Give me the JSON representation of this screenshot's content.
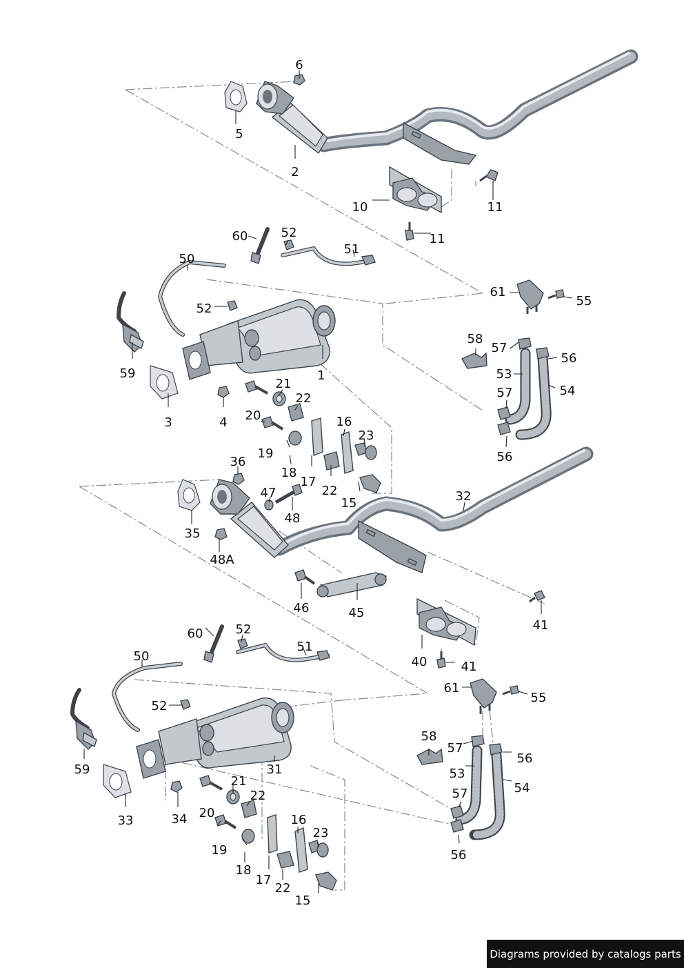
{
  "labels": [
    {
      "id": "l6",
      "text": "6"
    },
    {
      "id": "l5",
      "text": "5"
    },
    {
      "id": "l2",
      "text": "2"
    },
    {
      "id": "l10",
      "text": "10"
    },
    {
      "id": "l11a",
      "text": "11"
    },
    {
      "id": "l11b",
      "text": "11"
    },
    {
      "id": "l60",
      "text": "60"
    },
    {
      "id": "l52a",
      "text": "52"
    },
    {
      "id": "l51",
      "text": "51"
    },
    {
      "id": "l50",
      "text": "50"
    },
    {
      "id": "l52b",
      "text": "52"
    },
    {
      "id": "l59",
      "text": "59"
    },
    {
      "id": "l1",
      "text": "1"
    },
    {
      "id": "l3",
      "text": "3"
    },
    {
      "id": "l4",
      "text": "4"
    },
    {
      "id": "l21",
      "text": "21"
    },
    {
      "id": "l22a",
      "text": "22"
    },
    {
      "id": "l20",
      "text": "20"
    },
    {
      "id": "l16",
      "text": "16"
    },
    {
      "id": "l23",
      "text": "23"
    },
    {
      "id": "l19",
      "text": "19"
    },
    {
      "id": "l18",
      "text": "18"
    },
    {
      "id": "l17",
      "text": "17"
    },
    {
      "id": "l22b",
      "text": "22"
    },
    {
      "id": "l15",
      "text": "15"
    },
    {
      "id": "l61",
      "text": "61"
    },
    {
      "id": "l55",
      "text": "55"
    },
    {
      "id": "l58",
      "text": "58"
    },
    {
      "id": "l57a",
      "text": "57"
    },
    {
      "id": "l56a",
      "text": "56"
    },
    {
      "id": "l53",
      "text": "53"
    },
    {
      "id": "l54",
      "text": "54"
    },
    {
      "id": "l57b",
      "text": "57"
    },
    {
      "id": "l56b",
      "text": "56"
    },
    {
      "id": "l36",
      "text": "36"
    },
    {
      "id": "l47",
      "text": "47"
    },
    {
      "id": "l48",
      "text": "48"
    },
    {
      "id": "l35",
      "text": "35"
    },
    {
      "id": "l48A",
      "text": "48A"
    },
    {
      "id": "l32",
      "text": "32"
    },
    {
      "id": "l46",
      "text": "46"
    },
    {
      "id": "l45",
      "text": "45"
    },
    {
      "id": "l41a",
      "text": "41"
    },
    {
      "id": "l40",
      "text": "40"
    },
    {
      "id": "l41b",
      "text": "41"
    },
    {
      "id": "l60b",
      "text": "60"
    },
    {
      "id": "l52c",
      "text": "52"
    },
    {
      "id": "l51b",
      "text": "51"
    },
    {
      "id": "l50b",
      "text": "50"
    },
    {
      "id": "l52d",
      "text": "52"
    },
    {
      "id": "l59b",
      "text": "59"
    },
    {
      "id": "l31",
      "text": "31"
    },
    {
      "id": "l33",
      "text": "33"
    },
    {
      "id": "l34",
      "text": "34"
    },
    {
      "id": "l21b",
      "text": "21"
    },
    {
      "id": "l22c",
      "text": "22"
    },
    {
      "id": "l20b",
      "text": "20"
    },
    {
      "id": "l16b",
      "text": "16"
    },
    {
      "id": "l23b",
      "text": "23"
    },
    {
      "id": "l19b",
      "text": "19"
    },
    {
      "id": "l18b",
      "text": "18"
    },
    {
      "id": "l17b",
      "text": "17"
    },
    {
      "id": "l22d",
      "text": "22"
    },
    {
      "id": "l15b",
      "text": "15"
    },
    {
      "id": "l61b",
      "text": "61"
    },
    {
      "id": "l55b",
      "text": "55"
    },
    {
      "id": "l58b",
      "text": "58"
    },
    {
      "id": "l57c",
      "text": "57"
    },
    {
      "id": "l56c",
      "text": "56"
    },
    {
      "id": "l53b",
      "text": "53"
    },
    {
      "id": "l54b",
      "text": "54"
    },
    {
      "id": "l57d",
      "text": "57"
    },
    {
      "id": "l56d",
      "text": "56"
    }
  ],
  "credit": "Diagrams provided by catalogs parts"
}
